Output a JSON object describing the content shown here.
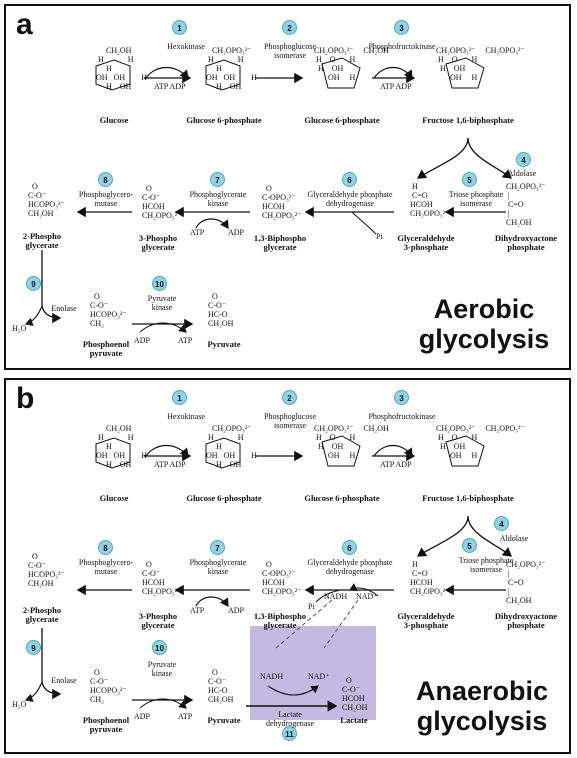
{
  "panel_a": {
    "letter": "a",
    "title_line1": "Aerobic",
    "title_line2": "glycolysis"
  },
  "panel_b": {
    "letter": "b",
    "title_line1": "Anaerobic",
    "title_line2": "glycolysis"
  },
  "steps": [
    "1",
    "2",
    "3",
    "4",
    "5",
    "6",
    "7",
    "8",
    "9",
    "10",
    "11"
  ],
  "enzymes": {
    "hexokinase": "Hexokinase",
    "phosphoglucose_isomerase_1": "Phosphoglucose",
    "phosphoglucose_isomerase_2": "isomerase",
    "phosphofructokinase": "Phosphofructokinase",
    "aldolase": "Aldolase",
    "triose_1": "Triose phosphate",
    "triose_2": "isomerase",
    "g3pdh_1": "Glyceraldehyde phosphate",
    "g3pdh_2": "dehydrogenase",
    "pgk_1": "Phosphoglycerate",
    "pgk_2": "kinase",
    "pgm_1": "Phosphoglycero-",
    "pgm_2": "mutase",
    "enolase": "Enolase",
    "pk_1": "Pyruvate",
    "pk_2": "kinase",
    "ldh_1": "Lactate",
    "ldh_2": "dehydrogenase"
  },
  "metabolites": {
    "glucose": "Glucose",
    "g6p": "Glucose 6-phosphate",
    "f6p": "Glucose 6-phosphate",
    "f16bp": "Fructose 1,6-biphosphate",
    "dhap_1": "Dihydroxyactone",
    "dhap_2": "phosphate",
    "gap_1": "Glyceraldehyde",
    "gap_2": "3-phosphate",
    "bpg_1": "1,3-Biphospho",
    "bpg_2": "glycerate",
    "pg3_1": "3-Phospho",
    "pg3_2": "glycerate",
    "pg2_1": "2-Phospho",
    "pg2_2": "glycerate",
    "pep_1": "Phosphoenol",
    "pep_2": "pyruvate",
    "pyruvate": "Pyruvate",
    "lactate": "Lactate"
  },
  "cofactors": {
    "atp_adp": "ATP ADP",
    "atp": "ATP",
    "adp": "ADP",
    "pi": "Pi",
    "nadh": "NADH",
    "nad": "NAD⁺",
    "h2o": "H₂O"
  }
}
